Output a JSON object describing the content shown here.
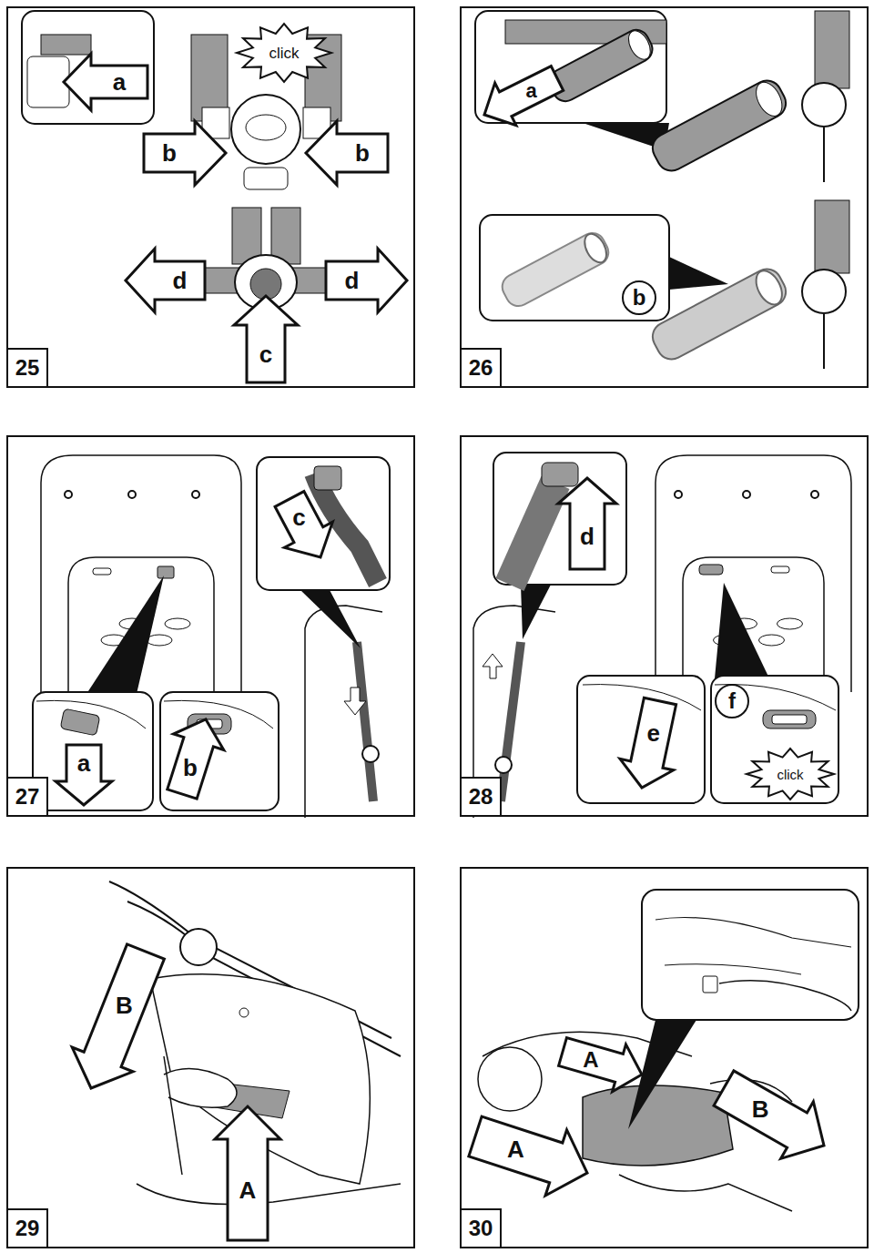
{
  "diagram": {
    "labels": [
      "a",
      "click",
      "b",
      "b",
      "d",
      "d",
      "c",
      "25",
      "a",
      "b",
      "26",
      "c",
      "a",
      "b",
      "27",
      "d",
      "e",
      "f",
      "click",
      "28",
      "B",
      "A",
      "29",
      "A",
      "A",
      "B",
      "30"
    ]
  }
}
